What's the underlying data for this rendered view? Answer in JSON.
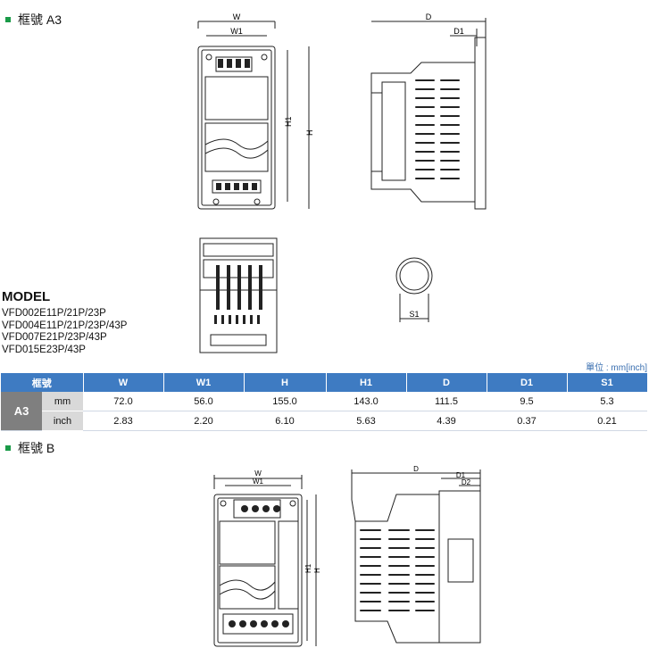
{
  "sections": {
    "a3_title": "框號 A3",
    "b_title": "框號 B"
  },
  "model": {
    "heading": "MODEL",
    "lines": [
      "VFD002E11P/21P/23P",
      "VFD004E11P/21P/23P/43P",
      "VFD007E21P/23P/43P",
      "VFD015E23P/43P"
    ]
  },
  "unit_note": "單位 : mm[inch]",
  "table": {
    "headers": [
      "框號",
      "W",
      "W1",
      "H",
      "H1",
      "D",
      "D1",
      "S1"
    ],
    "frame": "A3",
    "rows": [
      {
        "unit": "mm",
        "values": [
          "72.0",
          "56.0",
          "155.0",
          "143.0",
          "111.5",
          "9.5",
          "5.3"
        ]
      },
      {
        "unit": "inch",
        "values": [
          "2.83",
          "2.20",
          "6.10",
          "5.63",
          "4.39",
          "0.37",
          "0.21"
        ]
      }
    ]
  },
  "dims": {
    "W": "W",
    "W1": "W1",
    "H": "H",
    "H1": "H1",
    "D": "D",
    "D1": "D1",
    "D2": "D2",
    "S1": "S1"
  }
}
